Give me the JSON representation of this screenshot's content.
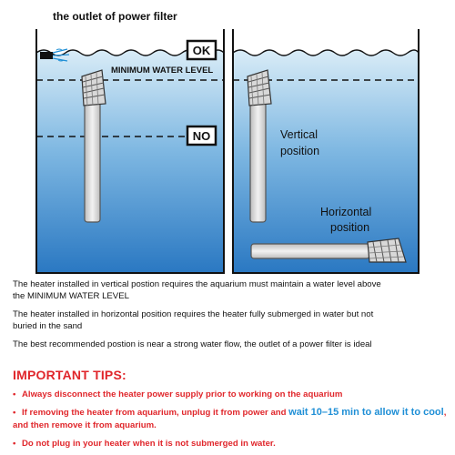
{
  "diagram": {
    "outlet_label": "the outlet of power filter",
    "ok_label": "OK",
    "min_water_label": "MINIMUM WATER LEVEL",
    "no_label": "NO",
    "vertical_label": [
      "Vertical",
      "position"
    ],
    "horizontal_label": [
      "Horizontal",
      "position"
    ],
    "colors": {
      "water": "#2f7fc8",
      "water_light": "#d8ecf7",
      "tank_border": "#111111",
      "heater": "#dcdcdc"
    }
  },
  "descriptions": [
    "The heater installed in vertical postion requires the aquarium must maintain a water level above",
    "the MINIMUM WATER LEVEL",
    "The heater installed in horizontal position requires the heater fully submerged in water but not",
    "buried in the sand",
    "The best recommended postion is near a strong water flow, the outlet of a power filter is ideal"
  ],
  "tips": {
    "title": "IMPORTANT TIPS:",
    "bullet": "•",
    "tip1": "Always disconnect the heater power supply prior to working on the aquarium",
    "tip2_a": "If removing the heater from aquarium, unplug it from power and ",
    "tip2_b": "wait 10–15 min to allow it to cool",
    "tip2_c": ", and then remove it from aquarium.",
    "tip3": "Do not plug in your heater when it is not submerged in water."
  }
}
